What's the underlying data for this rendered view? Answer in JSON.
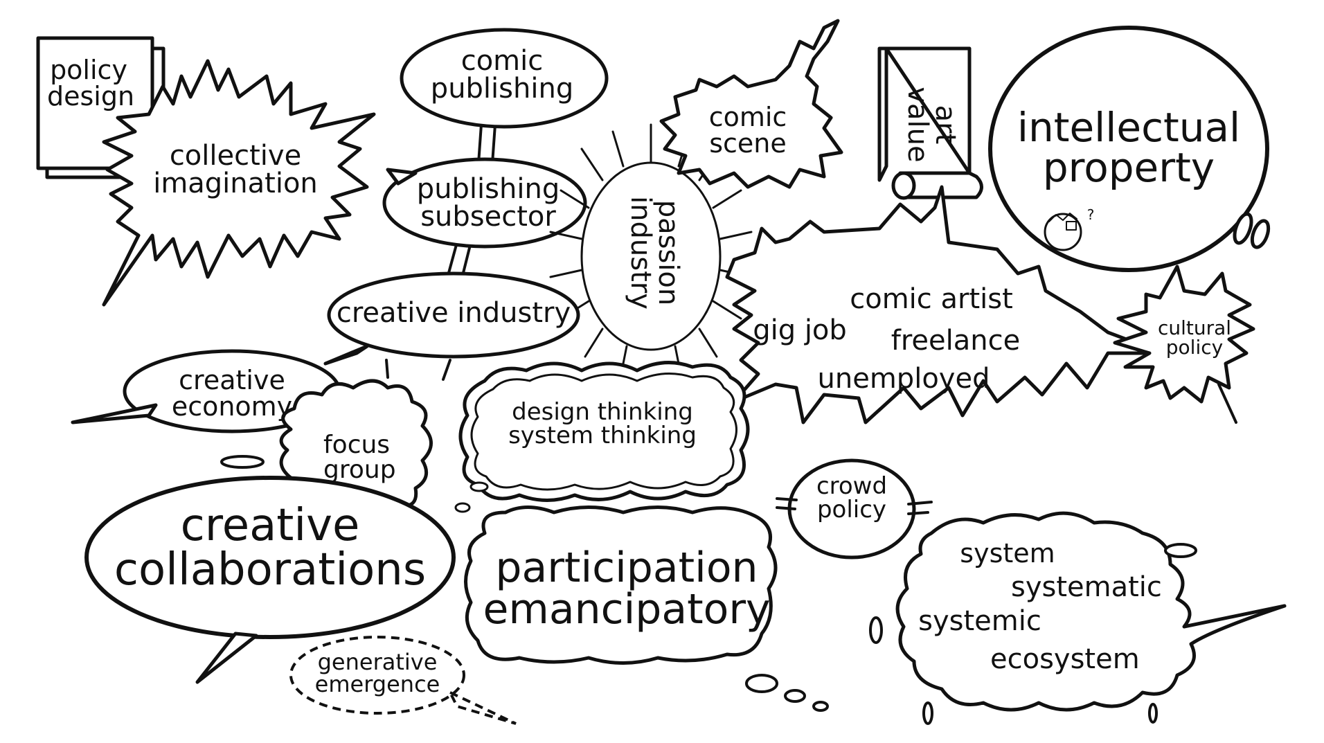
{
  "bubbles": {
    "policy_design": "policy\ndesign",
    "collective_imagination": "collective\nimagination",
    "comic_publishing": "comic\npublishing",
    "publishing_subsector": "publishing\nsubsector",
    "comic_scene": "comic\nscene",
    "art_value": "art\nvalue",
    "intellectual_property": "intellectual\nproperty",
    "passion_industry": "passion\nindustry",
    "creative_industry": "creative industry",
    "creative_economy": "creative\neconomy",
    "focus_group": "focus\ngroup",
    "design_thinking": "design thinking\nsystem thinking",
    "creative_collaborations": "creative\ncollaborations",
    "participation": "participation\nemancipatory",
    "generative_emergence": "generative\nemergence",
    "crowd_policy": "crowd\npolicy",
    "cultural_policy": "cultural\npolicy",
    "system": "system",
    "systematic": "systematic",
    "systemic": "systemic",
    "ecosystem": "ecosystem",
    "gig_job": "gig job",
    "comic_artist": "comic artist",
    "freelance": "freelance",
    "unemployed": "unemployed",
    "question_mark": "?"
  }
}
